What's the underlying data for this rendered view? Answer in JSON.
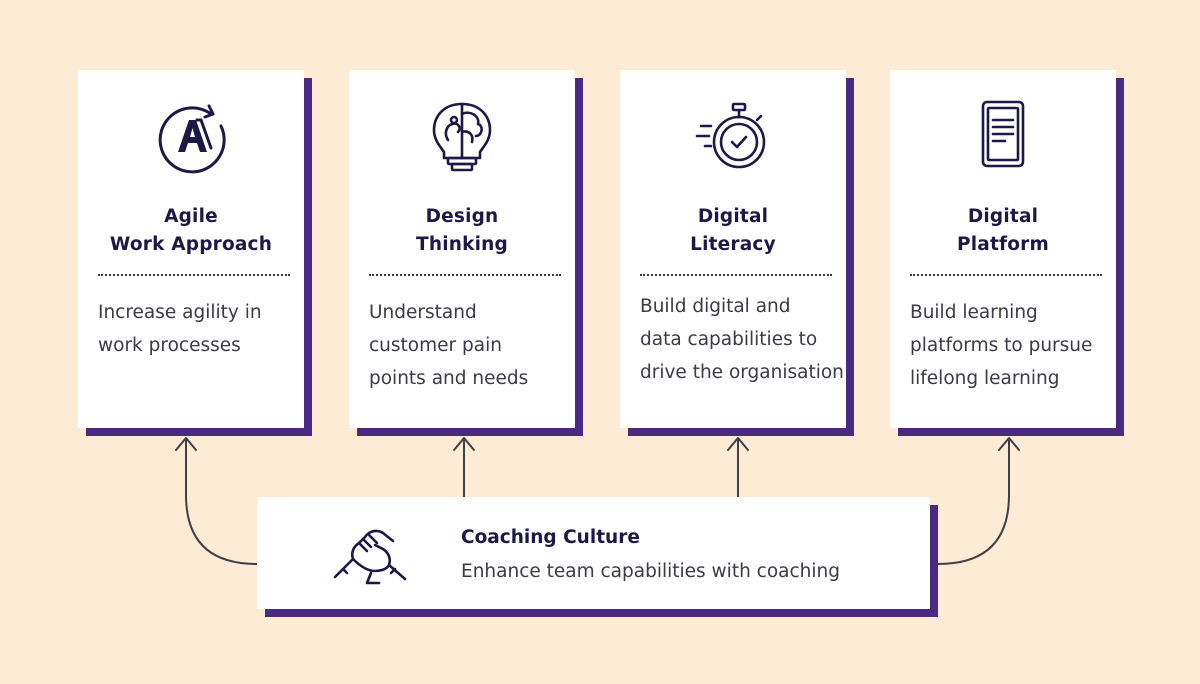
{
  "colors": {
    "background": "#fdebd6",
    "card": "#ffffff",
    "shadow": "#4a2a80",
    "title_text": "#1d1846",
    "body_text": "#3a3a48",
    "connector": "#3f3f46"
  },
  "cards": [
    {
      "icon": "agile-a-icon",
      "title_lines": [
        "Agile",
        "Work Approach"
      ],
      "desc_lines": [
        "Increase agility in",
        "work processes"
      ]
    },
    {
      "icon": "brain-lightbulb-icon",
      "title_lines": [
        "Design",
        "Thinking"
      ],
      "desc_lines": [
        "Understand",
        "customer pain",
        "points and needs"
      ]
    },
    {
      "icon": "stopwatch-icon",
      "title_lines": [
        "Digital",
        "Literacy"
      ],
      "desc_lines": [
        "Build digital and",
        "data capabilities to",
        "drive the organisation"
      ]
    },
    {
      "icon": "tablet-icon",
      "title_lines": [
        "Digital",
        "Platform"
      ],
      "desc_lines": [
        "Build learning",
        "platforms to pursue",
        "lifelong learning"
      ]
    }
  ],
  "coaching": {
    "icon": "handshake-icon",
    "title": "Coaching Culture",
    "desc": "Enhance team capabilities with coaching"
  }
}
